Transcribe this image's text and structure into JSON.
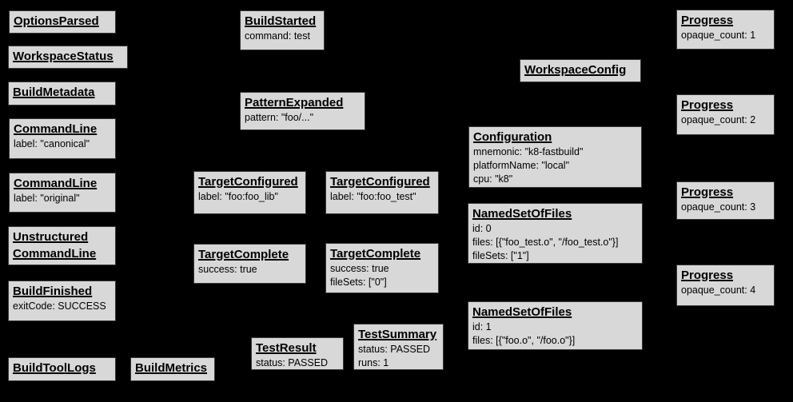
{
  "colors": {
    "background": "#000000",
    "node_fill": "#d8d8d8",
    "node_border": "#383838",
    "node_text": "#000000"
  },
  "boxes": [
    {
      "title": "OptionsParsed",
      "fields": []
    },
    {
      "title": "WorkspaceStatus",
      "fields": []
    },
    {
      "title": "BuildMetadata",
      "fields": []
    },
    {
      "title": "CommandLine",
      "fields": [
        "label: \"canonical\""
      ]
    },
    {
      "title": "CommandLine",
      "fields": [
        "label: \"original\""
      ]
    },
    {
      "title": "Unstructured CommandLine",
      "fields": []
    },
    {
      "title": "BuildFinished",
      "fields": [
        "exitCode: SUCCESS"
      ]
    },
    {
      "title": "BuildToolLogs",
      "fields": []
    },
    {
      "title": "BuildMetrics",
      "fields": []
    },
    {
      "title": "BuildStarted",
      "fields": [
        "command: test"
      ]
    },
    {
      "title": "PatternExpanded",
      "fields": [
        "pattern: \"foo/...\""
      ]
    },
    {
      "title": "TargetConfigured",
      "fields": [
        "label: \"foo:foo_lib\""
      ]
    },
    {
      "title": "TargetConfigured",
      "fields": [
        "label: \"foo:foo_test\""
      ]
    },
    {
      "title": "TargetComplete",
      "fields": [
        "success: true"
      ]
    },
    {
      "title": "TargetComplete",
      "fields": [
        "success: true",
        "fileSets: [\"0\"]"
      ]
    },
    {
      "title": "TestResult",
      "fields": [
        "status: PASSED"
      ]
    },
    {
      "title": "TestSummary",
      "fields": [
        "status: PASSED",
        "runs: 1"
      ]
    },
    {
      "title": "WorkspaceConfig",
      "fields": []
    },
    {
      "title": "Configuration",
      "fields": [
        "mnemonic: \"k8-fastbuild\"",
        "platformName: \"local\"",
        "cpu: \"k8\""
      ]
    },
    {
      "title": "NamedSetOfFiles",
      "fields": [
        "id: 0",
        "files: [{\"foo_test.o\", \"/foo_test.o\"}]",
        "fileSets: [\"1\"]"
      ]
    },
    {
      "title": "NamedSetOfFiles",
      "fields": [
        "id: 1",
        "files: [{\"foo.o\", \"/foo.o\"}]"
      ]
    },
    {
      "title": "Progress",
      "fields": [
        "opaque_count: 1"
      ]
    },
    {
      "title": "Progress",
      "fields": [
        "opaque_count: 2"
      ]
    },
    {
      "title": "Progress",
      "fields": [
        "opaque_count: 3"
      ]
    },
    {
      "title": "Progress",
      "fields": [
        "opaque_count: 4"
      ]
    }
  ]
}
